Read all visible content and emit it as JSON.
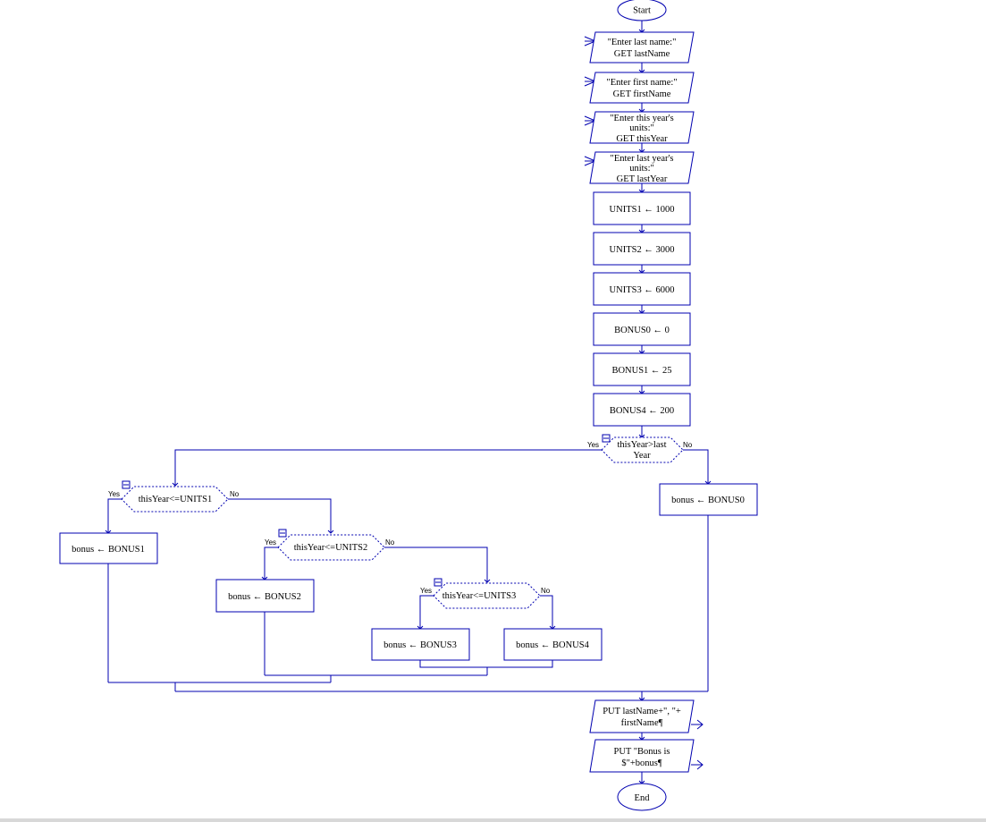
{
  "flowchart": {
    "start": "Start",
    "end": "End",
    "inputs": [
      [
        "\"Enter last name:\"",
        "GET lastName"
      ],
      [
        "\"Enter first name:\"",
        "GET firstName"
      ],
      [
        "\"Enter this year's",
        "units:\"",
        "GET thisYear"
      ],
      [
        "\"Enter last year's",
        "units:\"",
        "GET lastYear"
      ]
    ],
    "assignments": [
      "UNITS1 ← 1000",
      "UNITS2 ← 3000",
      "UNITS3 ← 6000",
      "BONUS0 ← 0",
      "BONUS1 ← 25",
      "BONUS4 ← 200"
    ],
    "decisions": {
      "d0": [
        "thisYear>last",
        "Year"
      ],
      "d1": [
        "thisYear<=UNITS1"
      ],
      "d2": [
        "thisYear<=UNITS2"
      ],
      "d3": [
        "thisYear<=UNITS3"
      ]
    },
    "branch_labels": {
      "yes": "Yes",
      "no": "No"
    },
    "bonus_assignments": {
      "b0": "bonus ← BONUS0",
      "b1": "bonus ← BONUS1",
      "b2": "bonus ← BONUS2",
      "b3": "bonus ← BONUS3",
      "b4": "bonus ← BONUS4"
    },
    "outputs": [
      [
        "PUT lastName+\", \"+",
        "firstName¶"
      ],
      [
        "PUT \"Bonus is",
        "$\"+bonus¶"
      ]
    ]
  },
  "colors": {
    "line": "#0000b0",
    "fill": "#ffffff",
    "text": "#000000"
  }
}
